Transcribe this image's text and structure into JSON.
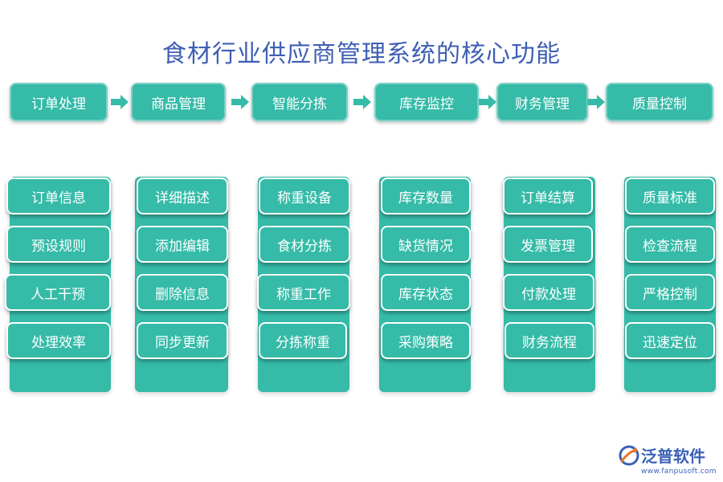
{
  "title": "食材行业供应商管理系统的核心功能",
  "columns": [
    {
      "header": "订单处理",
      "items": [
        "订单信息",
        "预设规则",
        "人工干预",
        "处理效率"
      ]
    },
    {
      "header": "商品管理",
      "items": [
        "详细描述",
        "添加编辑",
        "删除信息",
        "同步更新"
      ]
    },
    {
      "header": "智能分拣",
      "items": [
        "称重设备",
        "食材分拣",
        "称重工作",
        "分拣称重"
      ]
    },
    {
      "header": "库存监控",
      "items": [
        "库存数量",
        "缺货情况",
        "库存状态",
        "采购策略"
      ]
    },
    {
      "header": "财务管理",
      "items": [
        "订单结算",
        "发票管理",
        "付款处理",
        "财务流程"
      ]
    },
    {
      "header": "质量控制",
      "items": [
        "质量标准",
        "检查流程",
        "严格控制",
        "迅速定位"
      ]
    }
  ],
  "logo": {
    "name": "泛普软件",
    "url": "www.fanpusoft.com"
  },
  "colors": {
    "teal": "#35bba8",
    "title": "#3f5fb4",
    "arrow": "#35bba8"
  }
}
